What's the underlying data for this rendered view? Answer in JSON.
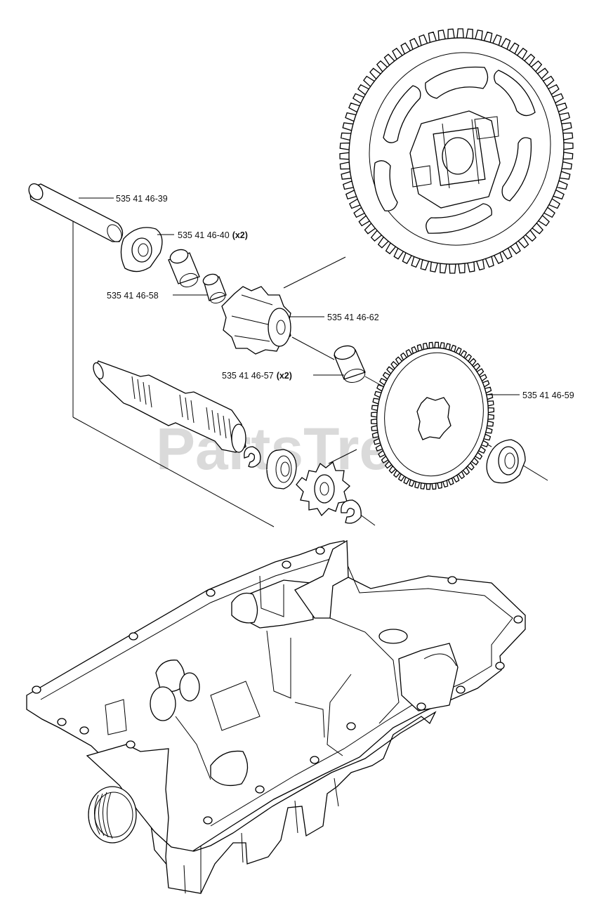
{
  "watermark": "PartsTree",
  "parts": [
    {
      "label": "535 41 46-39",
      "qty": ""
    },
    {
      "label": "535 41 46-40",
      "qty": "(x2)"
    },
    {
      "label": "535 41 46-58",
      "qty": ""
    },
    {
      "label": "535 41 46-62",
      "qty": ""
    },
    {
      "label": "535 41 46-57",
      "qty": "(x2)"
    },
    {
      "label": "535 41 46-59",
      "qty": ""
    }
  ]
}
